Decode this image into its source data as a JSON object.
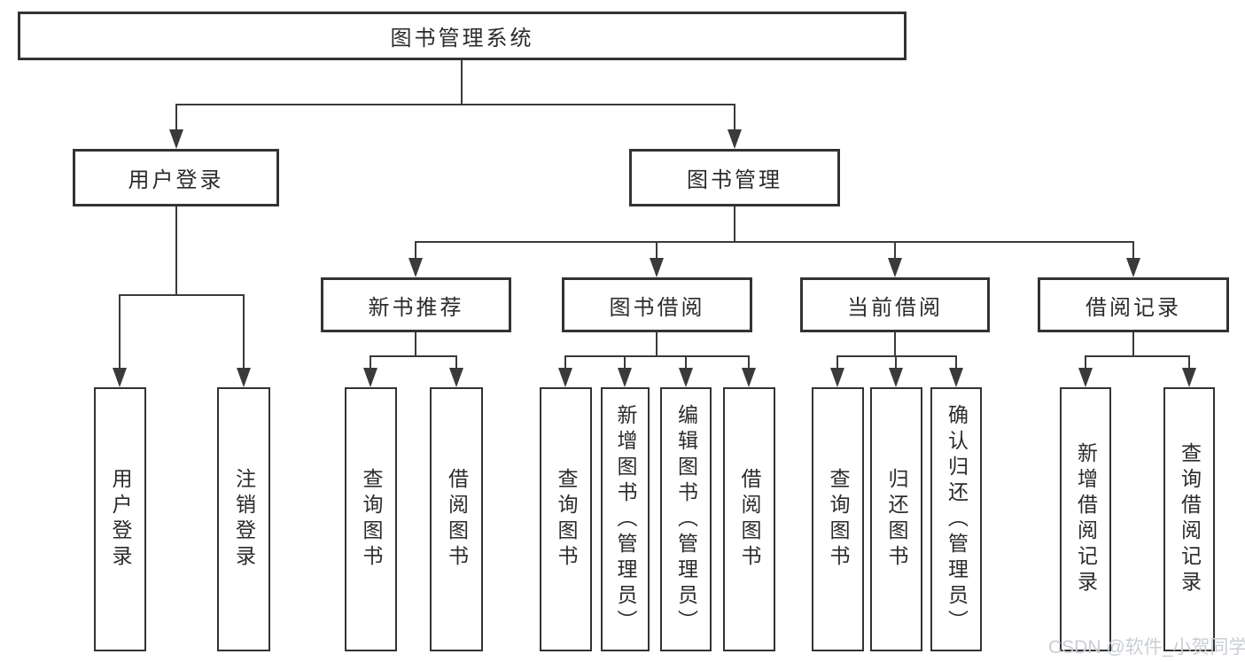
{
  "diagram": {
    "title": "图书管理系统",
    "level2": [
      {
        "label": "用户登录"
      },
      {
        "label": "图书管理"
      }
    ],
    "level3": [
      {
        "label": "新书推荐"
      },
      {
        "label": "图书借阅"
      },
      {
        "label": "当前借阅"
      },
      {
        "label": "借阅记录"
      }
    ],
    "leaves": {
      "userLogin": [
        {
          "label": "用户登录"
        },
        {
          "label": "注销登录"
        }
      ],
      "newBookRecommend": [
        {
          "label": "查询图书"
        },
        {
          "label": "借阅图书"
        }
      ],
      "bookBorrow": [
        {
          "label": "查询图书"
        },
        {
          "label": "新增图书（管理员）"
        },
        {
          "label": "编辑图书（管理员）"
        },
        {
          "label": "借阅图书"
        }
      ],
      "currentBorrow": [
        {
          "label": "查询图书"
        },
        {
          "label": "归还图书"
        },
        {
          "label": "确认归还（管理员）"
        }
      ],
      "borrowRecords": [
        {
          "label": "新增借阅记录"
        },
        {
          "label": "查询借阅记录"
        }
      ]
    }
  },
  "watermark": "CSDN @软件_小贺同学",
  "colors": {
    "line": "#3a3a3a",
    "border": "#333333",
    "text": "#2b2b2b",
    "watermark": "#c9ced4",
    "background": "#ffffff"
  }
}
